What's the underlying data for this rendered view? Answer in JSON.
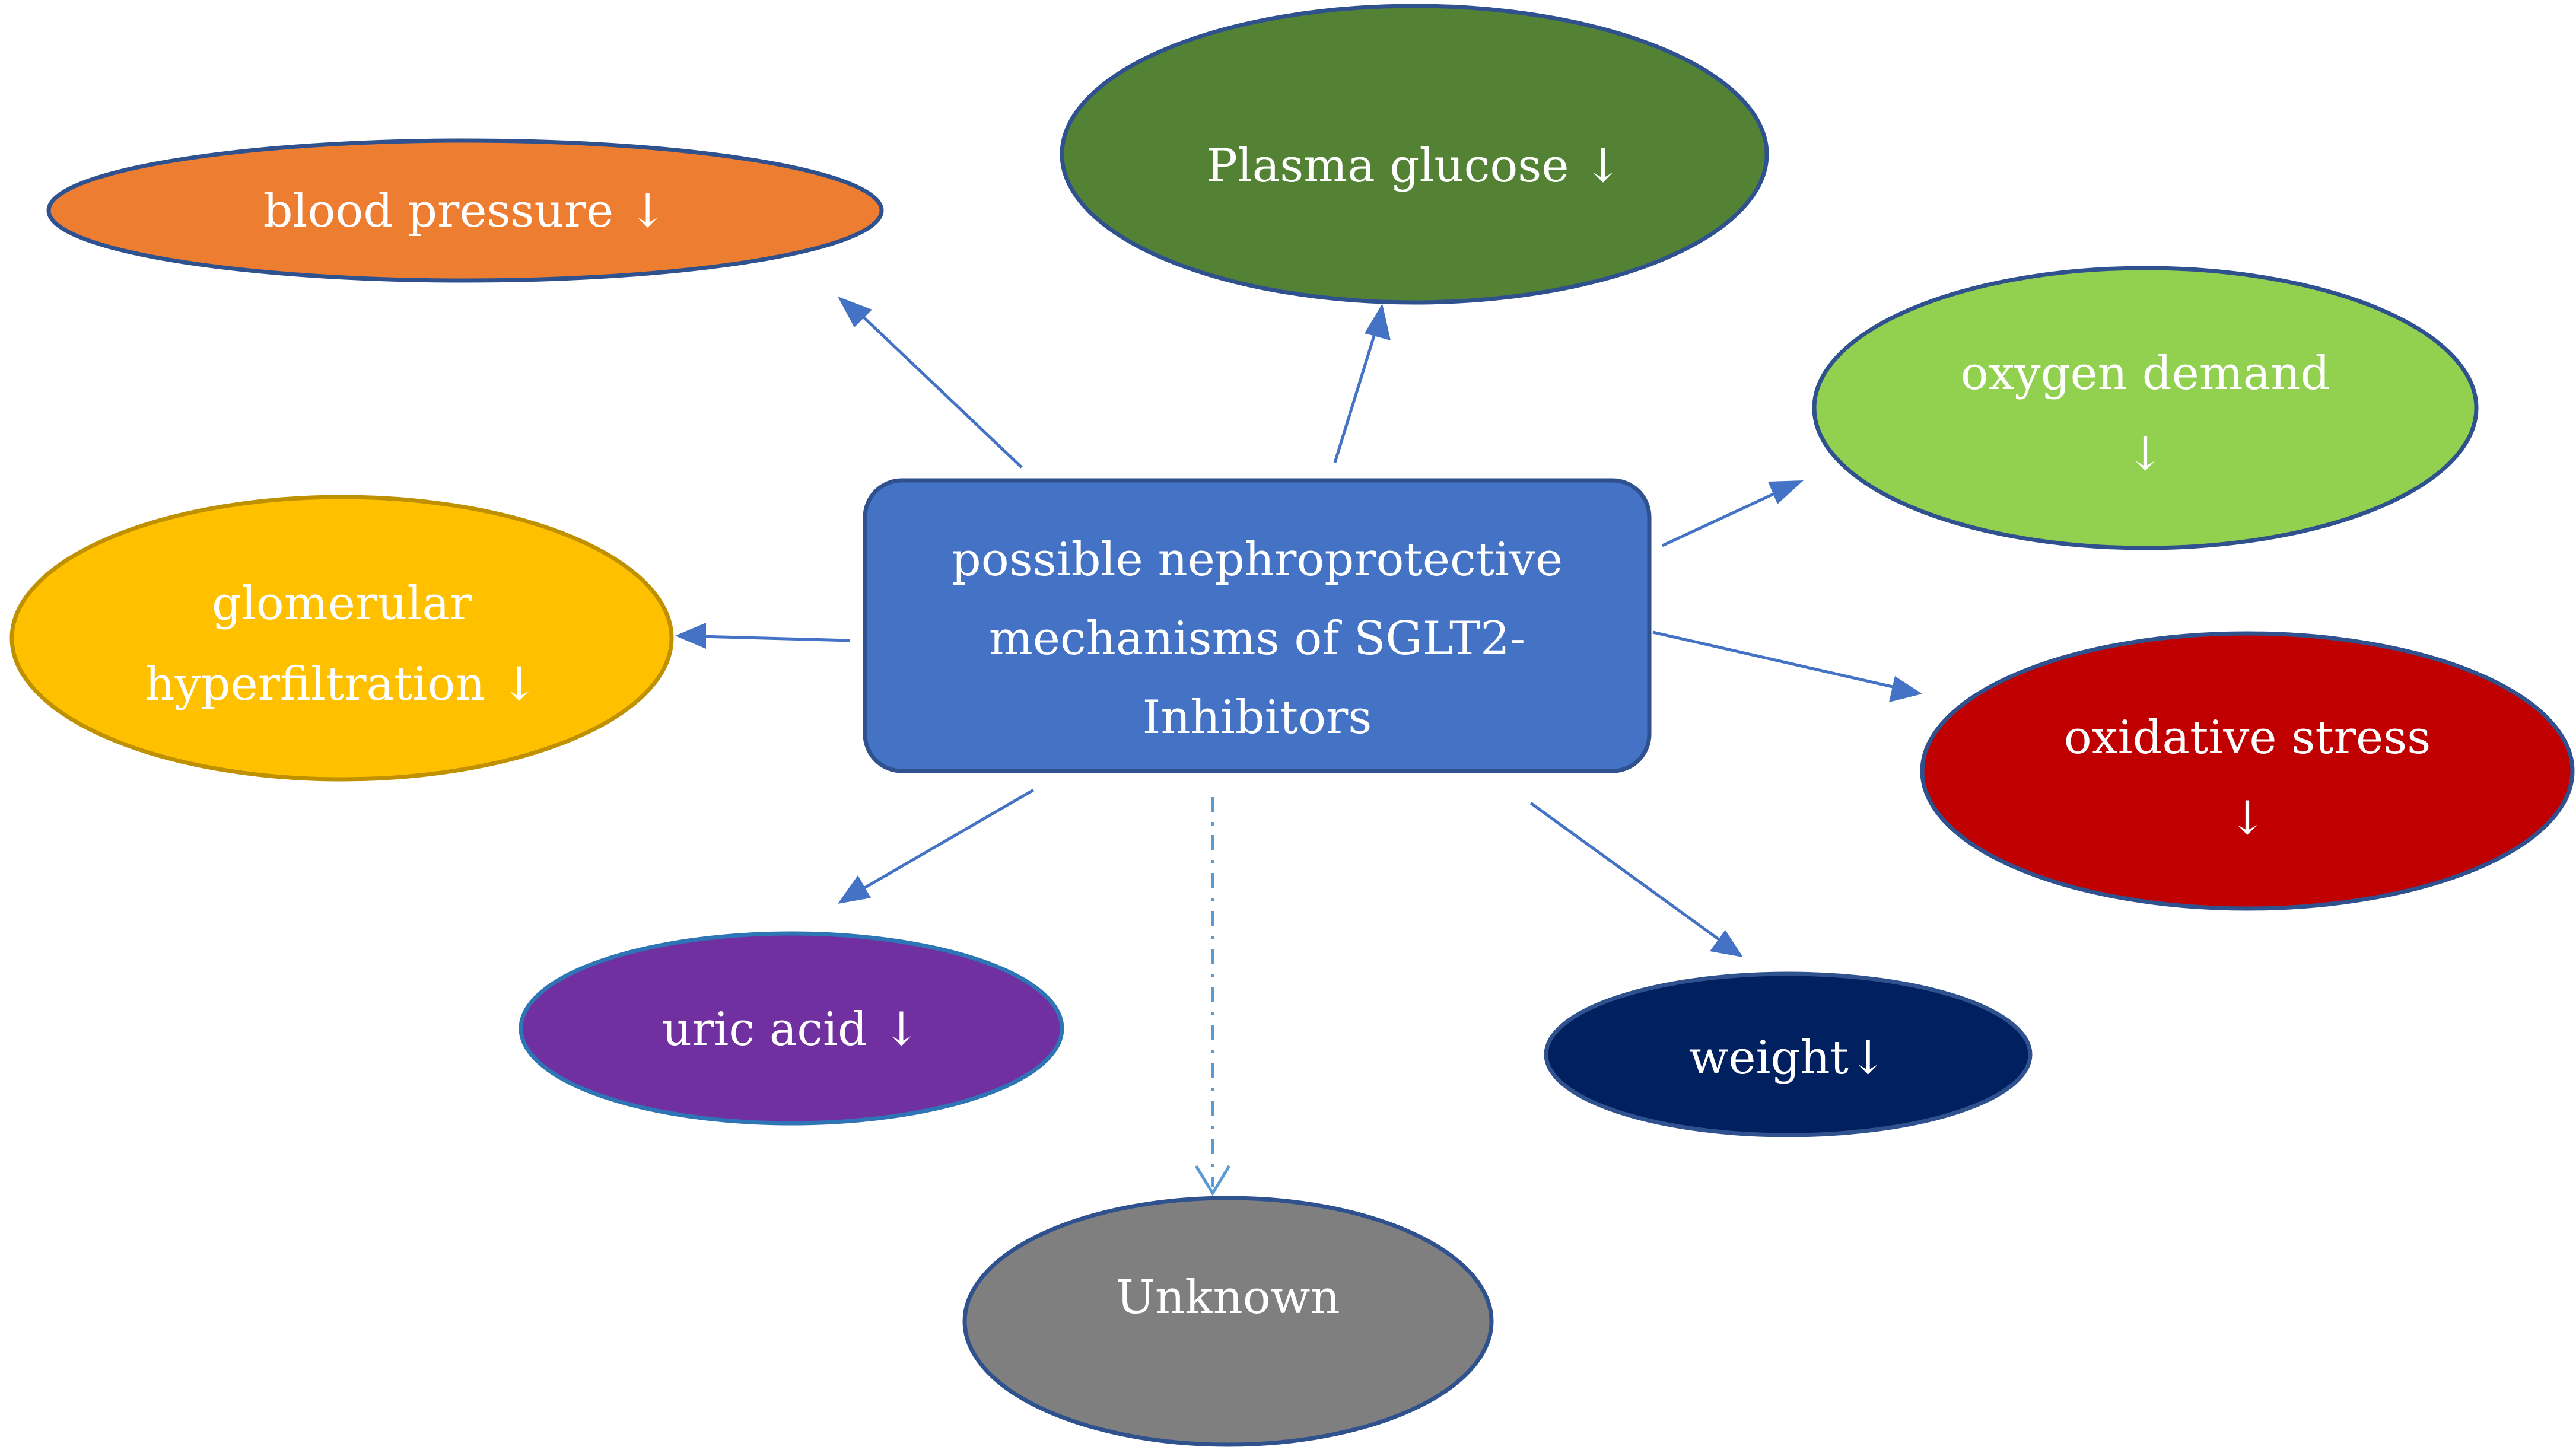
{
  "diagram": {
    "center": {
      "lines": [
        "possible nephroprotective",
        "mechanisms of SGLT2-",
        "Inhibitors"
      ],
      "fill": "#4472C4",
      "stroke": "#2F528F"
    },
    "nodes": [
      {
        "id": "blood-pressure",
        "lines": [
          "blood pressure ↓"
        ],
        "fill": "#ED7D31",
        "stroke": "#2F528F"
      },
      {
        "id": "plasma-glucose",
        "lines": [
          "Plasma glucose ↓"
        ],
        "fill": "#548235",
        "stroke": "#2F528F"
      },
      {
        "id": "oxygen-demand",
        "lines": [
          "oxygen demand",
          "↓"
        ],
        "fill": "#92D050",
        "stroke": "#2F528F"
      },
      {
        "id": "glomerular-hyperfiltration",
        "lines": [
          "glomerular",
          "hyperfiltration ↓"
        ],
        "fill": "#FFC000",
        "stroke": "#BF9000"
      },
      {
        "id": "oxidative-stress",
        "lines": [
          "oxidative stress",
          "↓"
        ],
        "fill": "#C00000",
        "stroke": "#2F528F"
      },
      {
        "id": "uric-acid",
        "lines": [
          "uric acid ↓"
        ],
        "fill": "#7030A0",
        "stroke": "#2E75B6"
      },
      {
        "id": "weight",
        "lines": [
          "weight↓"
        ],
        "fill": "#002060",
        "stroke": "#2F528F"
      },
      {
        "id": "unknown",
        "lines": [
          "Unknown"
        ],
        "fill": "#7F7F7F",
        "stroke": "#2F528F"
      }
    ],
    "colors": {
      "arrow": "#4472C4",
      "dashed_arrow": "#5B9BD5",
      "text": "#FFFFFF"
    }
  }
}
